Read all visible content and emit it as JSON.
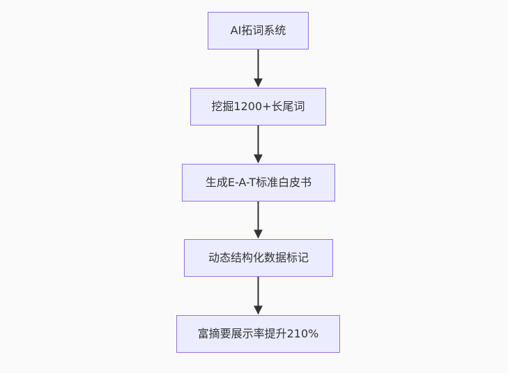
{
  "flowchart": {
    "title": "",
    "direction": "top-down",
    "nodes": [
      {
        "label": "AI拓词系统"
      },
      {
        "label": "挖掘1200+长尾词"
      },
      {
        "label": "生成E-A-T标准白皮书"
      },
      {
        "label": "动态结构化数据标记"
      },
      {
        "label": "富摘要展示率提升210%"
      }
    ],
    "edges": [
      {
        "from": "AI拓词系统",
        "to": "挖掘1200+长尾词"
      },
      {
        "from": "挖掘1200+长尾词",
        "to": "生成E-A-T标准白皮书"
      },
      {
        "from": "生成E-A-T标准白皮书",
        "to": "动态结构化数据标记"
      },
      {
        "from": "动态结构化数据标记",
        "to": "富摘要展示率提升210%"
      }
    ],
    "colors": {
      "node_fill": "#ECECFF",
      "node_border": "#9370DB",
      "arrow": "#333333",
      "text": "#333333",
      "background": "#FAFAFA"
    }
  }
}
